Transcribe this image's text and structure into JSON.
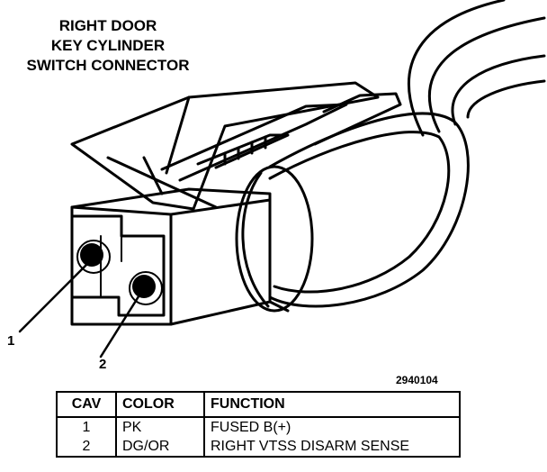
{
  "title": {
    "line1": "RIGHT DOOR",
    "line2": "KEY CYLINDER",
    "line3": "SWITCH CONNECTOR"
  },
  "callouts": [
    "1",
    "2"
  ],
  "figure_id": "2940104",
  "table": {
    "headers": [
      "CAV",
      "COLOR",
      "FUNCTION"
    ],
    "rows": [
      [
        "1",
        "PK",
        "FUSED B(+)"
      ],
      [
        "2",
        "DG/OR",
        "RIGHT VTSS DISARM SENSE"
      ]
    ]
  }
}
